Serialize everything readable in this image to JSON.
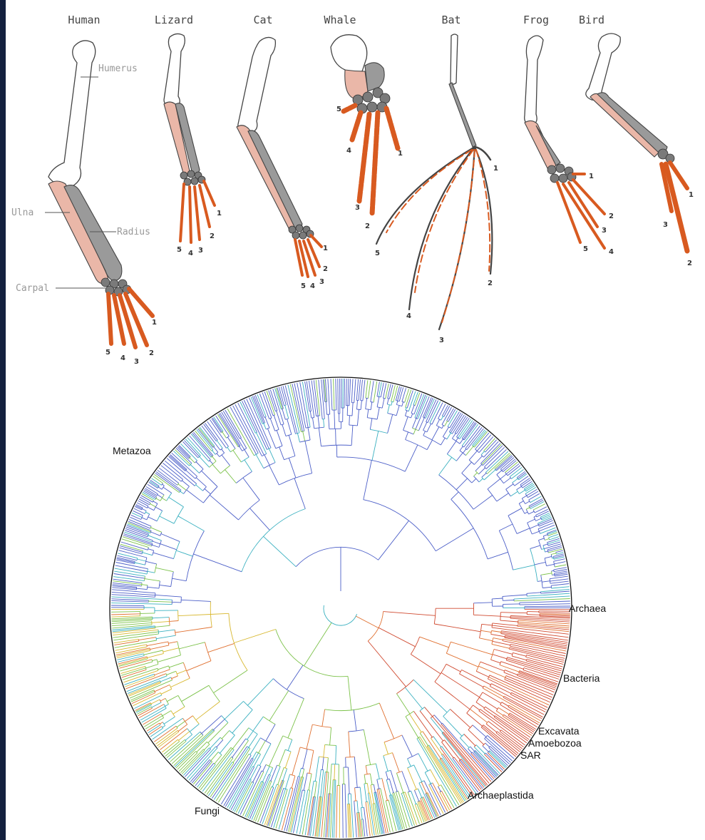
{
  "homology": {
    "animals": [
      "Human",
      "Lizard",
      "Cat",
      "Whale",
      "Bat",
      "Frog",
      "Bird"
    ],
    "bones": {
      "humerus": "Humerus",
      "ulna": "Ulna",
      "radius": "Radius",
      "carpal": "Carpal"
    },
    "colors": {
      "humerus": "#ffffff",
      "ulna": "#eab7a8",
      "radius": "#9a9a9a",
      "carpals": "#7a7a7a",
      "digits": "#d85a20"
    },
    "digit_labels": {
      "human": [
        "1",
        "2",
        "3",
        "4",
        "5"
      ],
      "lizard": [
        "1",
        "2",
        "3",
        "4",
        "5"
      ],
      "cat": [
        "1",
        "2",
        "3",
        "4",
        "5"
      ],
      "whale": [
        "1",
        "2",
        "3",
        "4",
        "5"
      ],
      "bat": [
        "1",
        "2",
        "3",
        "4",
        "5"
      ],
      "frog": [
        "1",
        "2",
        "3",
        "4",
        "5"
      ],
      "bird": [
        "1",
        "2",
        "3"
      ]
    }
  },
  "tree": {
    "clades": {
      "metazoa": "Metazoa",
      "archaea": "Archaea",
      "bacteria": "Bacteria",
      "excavata": "Excavata",
      "amoebozoa": "Amoebozoa",
      "sar": "SAR",
      "archaeplastida": "Archaeplastida",
      "fungi": "Fungi"
    },
    "colors": {
      "blue": "#4c5fc8",
      "cyan": "#3ab0c0",
      "green": "#7cc24a",
      "yellow": "#d8b830",
      "orange": "#e07030",
      "red": "#d04a30"
    }
  }
}
